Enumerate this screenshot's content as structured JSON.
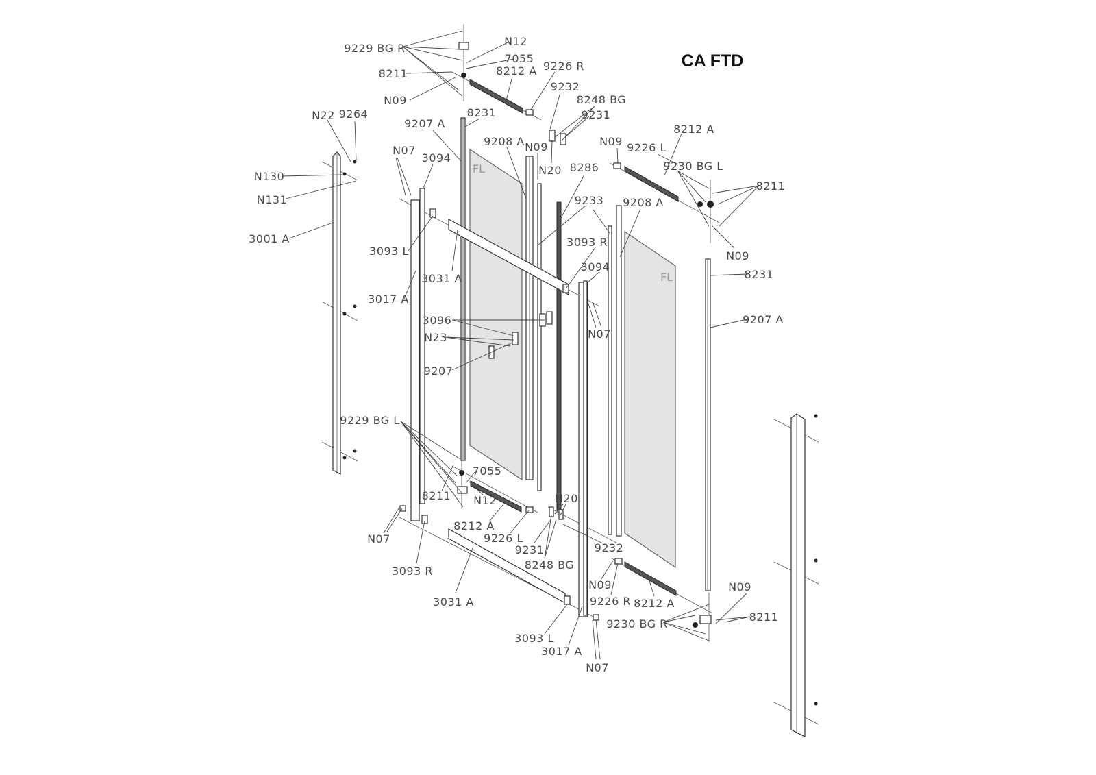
{
  "title": "CA FTD",
  "labels": [
    "9229 BG R",
    "N12",
    "7055",
    "8211",
    "8212 A",
    "9226 R",
    "N09",
    "9232",
    "8248 BG",
    "9231",
    "N22",
    "9264",
    "8231",
    "9207 A",
    "9208 A",
    "N09",
    "N09",
    "9226 L",
    "8212 A",
    "N07",
    "3094",
    "N20",
    "8286",
    "9230 BG L",
    "8211",
    "N130",
    "N131",
    "9233",
    "9208 A",
    "3001 A",
    "3093 L",
    "3093 R",
    "N09",
    "3094",
    "8231",
    "3031 A",
    "3017 A",
    "3096",
    "9207 A",
    "N07",
    "N23",
    "9207",
    "9229 BG L",
    "7055",
    "8211",
    "N12",
    "N20",
    "8212 A",
    "9226 L",
    "N07",
    "9231",
    "9232",
    "8248 BG",
    "3093 R",
    "N09",
    "N09",
    "9226 R",
    "8212 A",
    "3031 A",
    "8211",
    "9230 BG R",
    "3093 L",
    "3017 A",
    "N07"
  ],
  "glass_marks": [
    "FL",
    "FL"
  ]
}
